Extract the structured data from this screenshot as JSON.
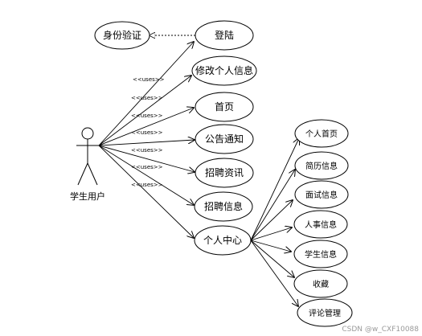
{
  "actor": {
    "name": "学生用户"
  },
  "stereotype": "<<uses>>",
  "include_case": "身份验证",
  "use_cases": [
    "登陆",
    "修改个人信息",
    "首页",
    "公告通知",
    "招聘资讯",
    "招聘信息",
    "个人中心"
  ],
  "sub_use_cases": [
    "个人首页",
    "简历信息",
    "面试信息",
    "人事信息",
    "学生信息",
    "收藏",
    "评论管理"
  ],
  "watermark": "CSDN @w_CXF10088"
}
